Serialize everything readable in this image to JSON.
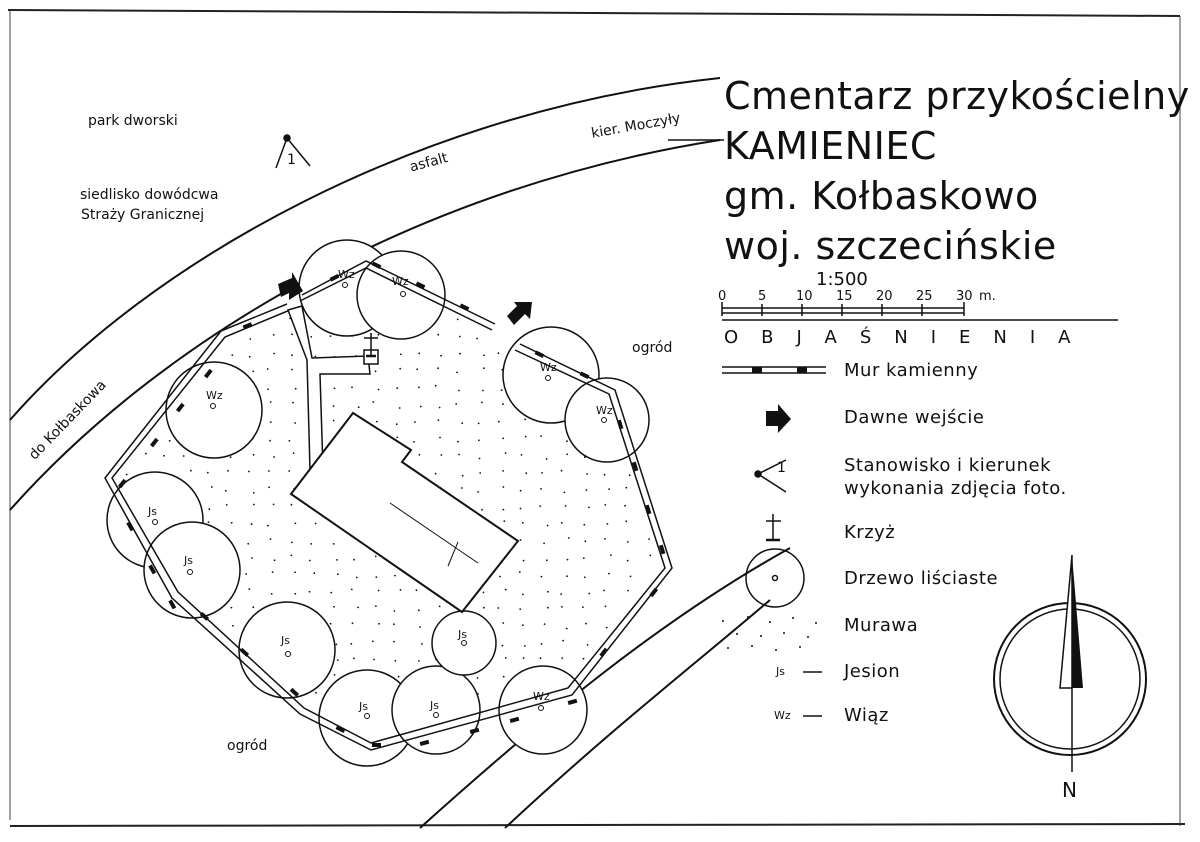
{
  "title": {
    "line1": "Cmentarz przykościelny",
    "line2": "KAMIENIEC",
    "line3": "gm. Kołbaskowo",
    "line4": "woj. szczecińskie"
  },
  "scale": {
    "ratio": "1:500",
    "ticks": [
      "0",
      "5",
      "10",
      "15",
      "20",
      "25",
      "30"
    ],
    "unit": "m."
  },
  "legend": {
    "heading": "OBJAŚNIENIA",
    "items": {
      "wall": "Mur kamienny",
      "entrance": "Dawne wejście",
      "photo1": "Stanowisko i kierunek",
      "photo2": "wykonania zdjęcia foto.",
      "photo_num": "1",
      "cross": "Krzyż",
      "tree": "Drzewo liściaste",
      "grass": "Murawa",
      "js_abbr": "Js",
      "js": "Jesion",
      "wz_abbr": "Wz",
      "wz": "Wiąz"
    }
  },
  "map_labels": {
    "park": "park dworski",
    "siedlisko1": "siedlisko dowódcwa",
    "siedlisko2": "Straży Granicznej",
    "asfalt": "asfalt",
    "moczyly": "kier. Moczyły",
    "kolbaskowa": "do Kołbaskowa",
    "ogrod_right": "ogród",
    "ogrod_bottom": "ogród",
    "photo_station": "1"
  },
  "trees": [
    {
      "label": "Wz"
    },
    {
      "label": "Wz"
    },
    {
      "label": "Wz"
    },
    {
      "label": "Wz"
    },
    {
      "label": "Wz"
    },
    {
      "label": "Js"
    },
    {
      "label": "Js"
    },
    {
      "label": "Js"
    },
    {
      "label": "Js"
    },
    {
      "label": "Js"
    },
    {
      "label": "Js"
    },
    {
      "label": "Wz"
    }
  ],
  "compass": {
    "north": "N"
  }
}
